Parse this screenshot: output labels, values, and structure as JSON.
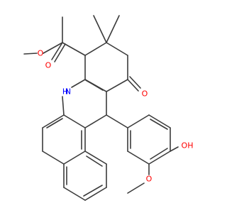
{
  "colors": {
    "bond": "#3b3b3b",
    "oxygen": "#ff0000",
    "nitrogen": "#0000ff",
    "background": "#ffffff"
  },
  "atoms": {
    "o_carbonyl_ester": "O",
    "o_ether_ester": "O",
    "nh": "H",
    "nh_n": "N",
    "o_ketone": "O",
    "oh": "OH",
    "o_methoxy": "O"
  }
}
